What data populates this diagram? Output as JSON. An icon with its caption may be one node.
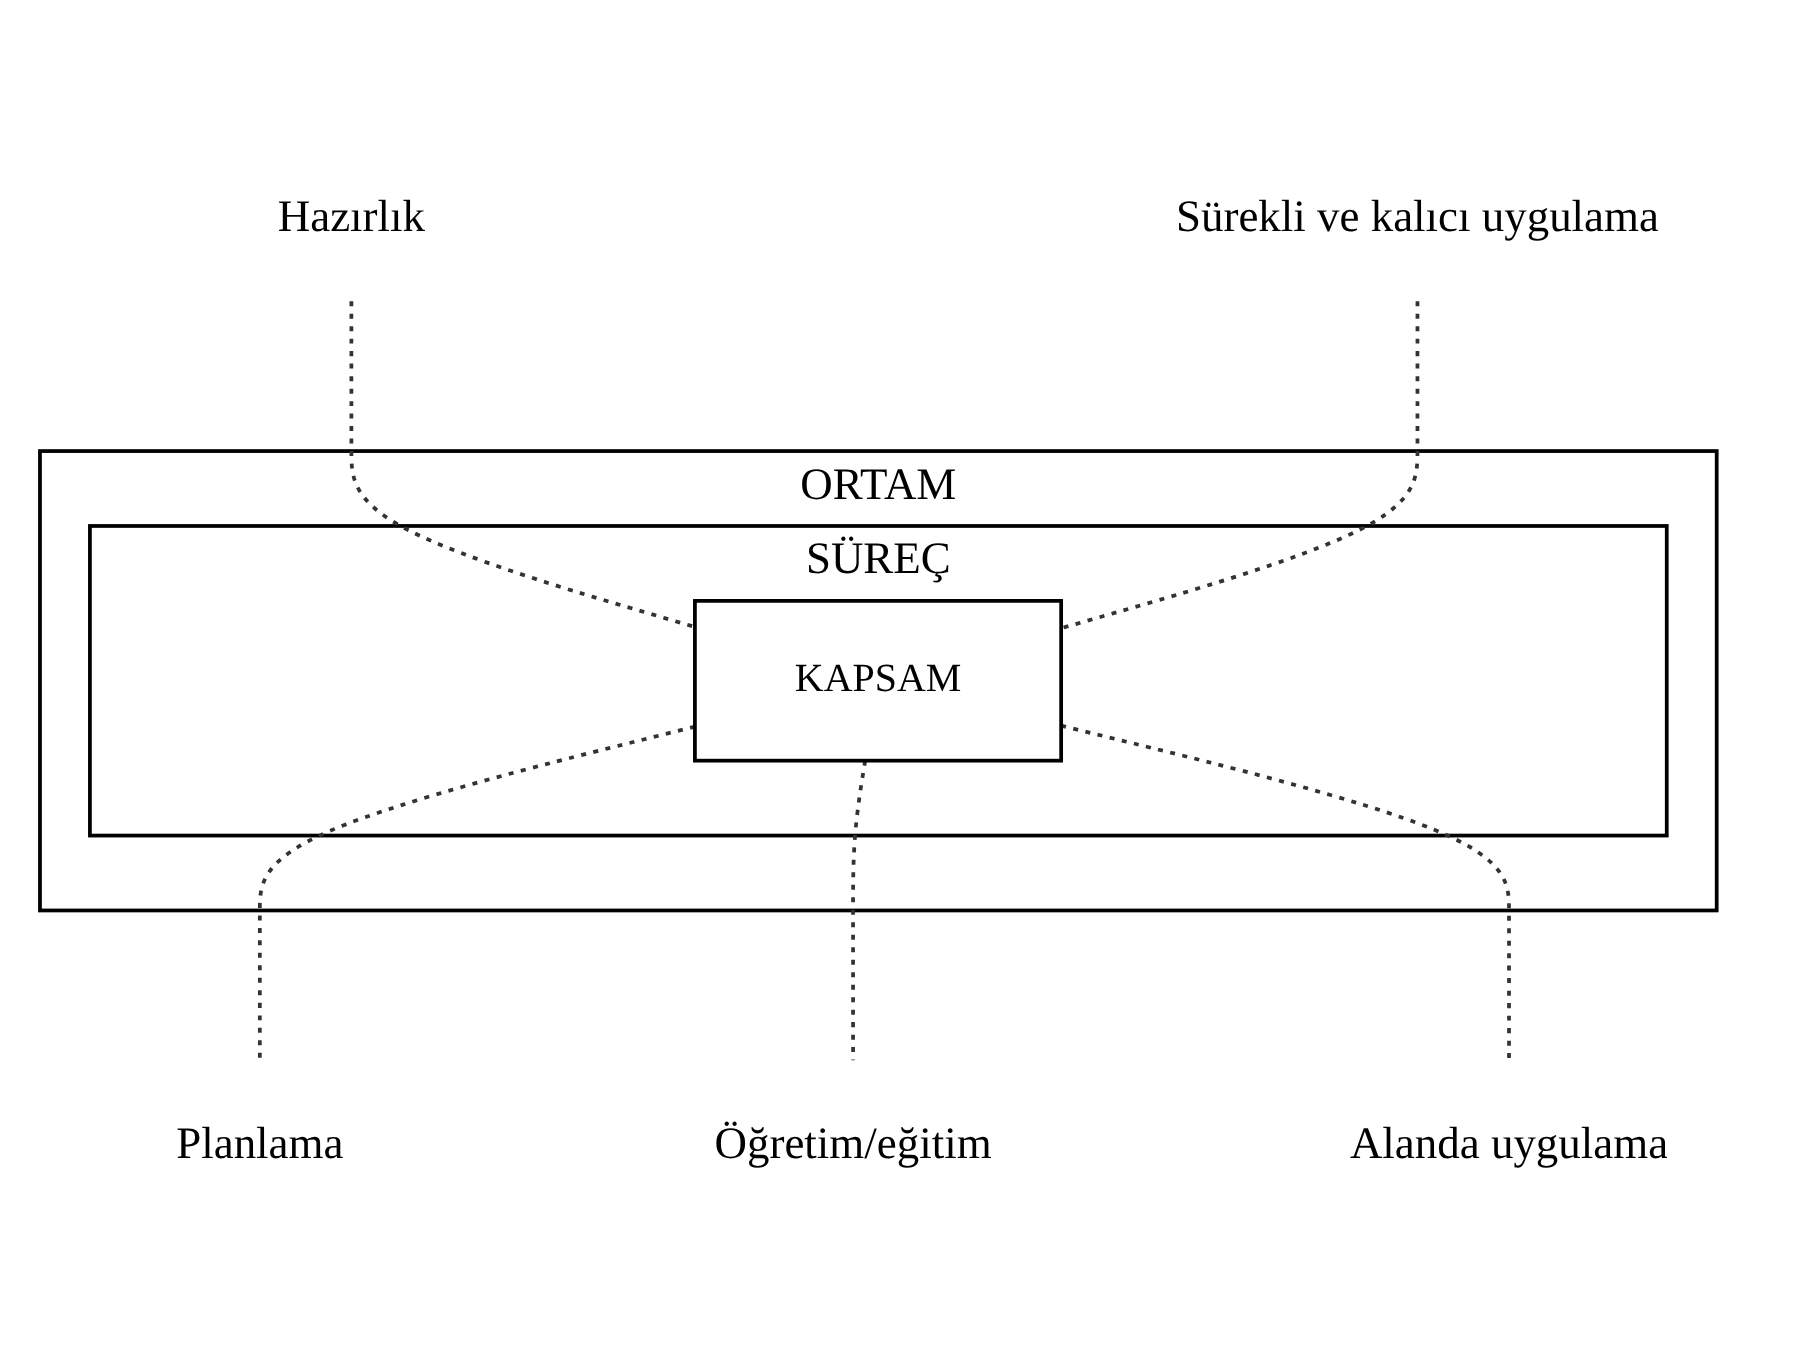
{
  "diagram": {
    "nodes": [
      {
        "text": [
          "Hazırlık"
        ]
      },
      {
        "text": [
          "Sürekli ve kalıcı uygulama"
        ]
      },
      {
        "text": [
          "ORTAM"
        ]
      },
      {
        "text": [
          "SÜREÇ"
        ],
        "in": 2
      },
      {
        "text": [
          "KAPSAM"
        ],
        "in": 3
      },
      {
        "text": [
          "Planlama"
        ]
      },
      {
        "text": [
          "Alanda uygulama"
        ]
      },
      {
        "text": [
          "Öğretim/eğitim"
        ]
      }
    ],
    "edges": [
      {
        "from": 0,
        "to": 4,
        "arrow": "none",
        "style": "dashed"
      },
      {
        "from": 1,
        "to": 4,
        "arrow": "none",
        "style": "dashed"
      },
      {
        "from": 4,
        "to": 5,
        "arrow": "none",
        "style": "dashed"
      },
      {
        "from": 4,
        "to": 7,
        "arrow": "none",
        "style": "dashed"
      },
      {
        "from": 4,
        "to": 6,
        "arrow": "none",
        "style": "dashed"
      }
    ]
  }
}
